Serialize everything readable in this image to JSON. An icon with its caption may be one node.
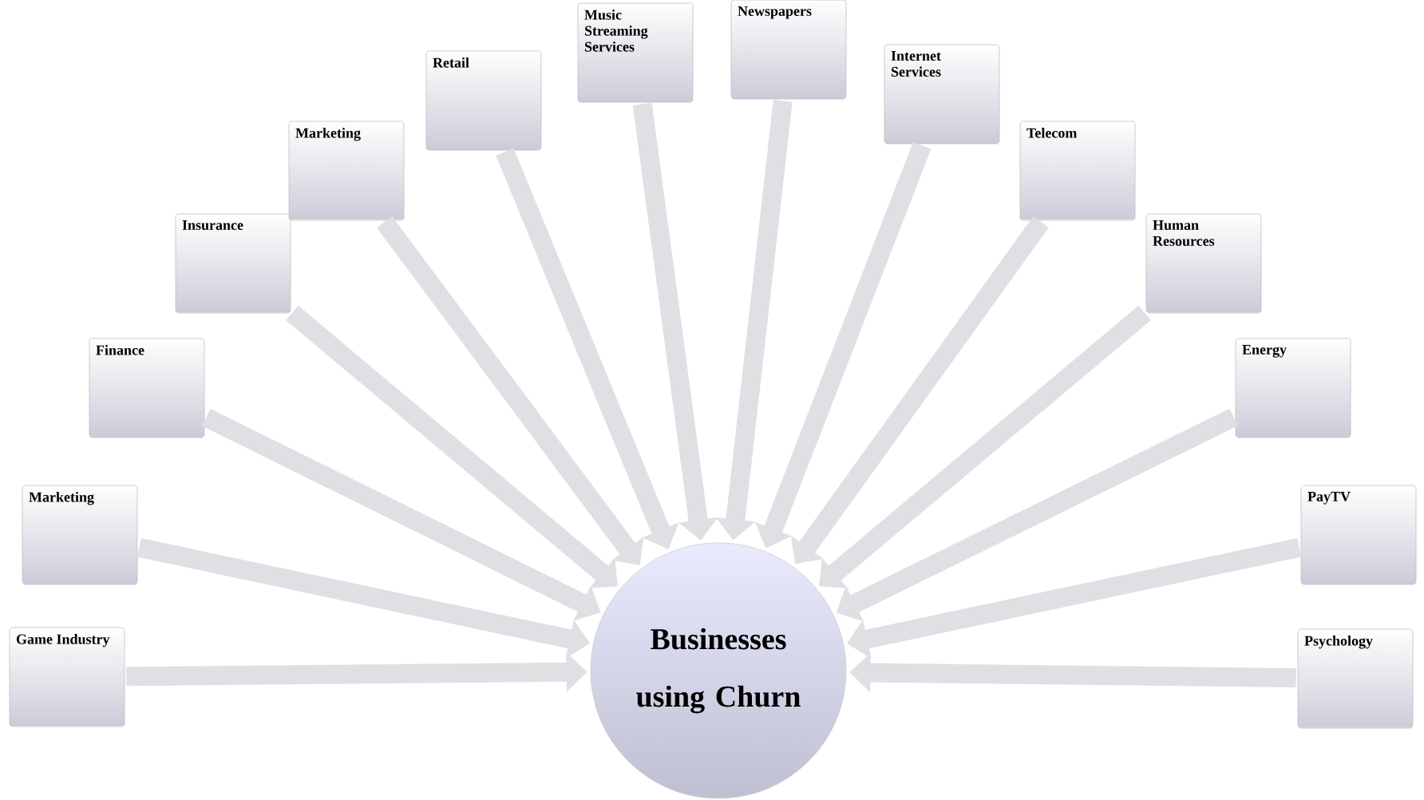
{
  "diagram": {
    "nodes": [
      {
        "text": [
          "Game Industry"
        ]
      },
      {
        "text": [
          "Marketing"
        ]
      },
      {
        "text": [
          "Finance"
        ]
      },
      {
        "text": [
          "Insurance"
        ]
      },
      {
        "text": [
          "Marketing"
        ]
      },
      {
        "text": [
          "Retail"
        ]
      },
      {
        "text": [
          "Music Streaming Services"
        ]
      },
      {
        "text": [
          "Newspapers"
        ]
      },
      {
        "text": [
          "Internet Services"
        ]
      },
      {
        "text": [
          "Telecom"
        ]
      },
      {
        "text": [
          "Human Resources"
        ]
      },
      {
        "text": [
          "Energy"
        ]
      },
      {
        "text": [
          "PayTV"
        ]
      },
      {
        "text": [
          "Psychology"
        ]
      },
      {
        "text": [
          "Businesses using Churn"
        ]
      }
    ],
    "edges": [
      {
        "from": 0,
        "to": 14,
        "arrow": "to"
      },
      {
        "from": 1,
        "to": 14,
        "arrow": "to"
      },
      {
        "from": 2,
        "to": 14,
        "arrow": "to"
      },
      {
        "from": 3,
        "to": 14,
        "arrow": "to"
      },
      {
        "from": 4,
        "to": 14,
        "arrow": "to"
      },
      {
        "from": 5,
        "to": 14,
        "arrow": "to"
      },
      {
        "from": 6,
        "to": 14,
        "arrow": "to"
      },
      {
        "from": 7,
        "to": 14,
        "arrow": "to"
      },
      {
        "from": 8,
        "to": 14,
        "arrow": "to"
      },
      {
        "from": 9,
        "to": 14,
        "arrow": "to"
      },
      {
        "from": 10,
        "to": 14,
        "arrow": "to"
      },
      {
        "from": 11,
        "to": 14,
        "arrow": "to"
      },
      {
        "from": 12,
        "to": 14,
        "arrow": "to"
      },
      {
        "from": 13,
        "to": 14,
        "arrow": "to"
      }
    ]
  }
}
